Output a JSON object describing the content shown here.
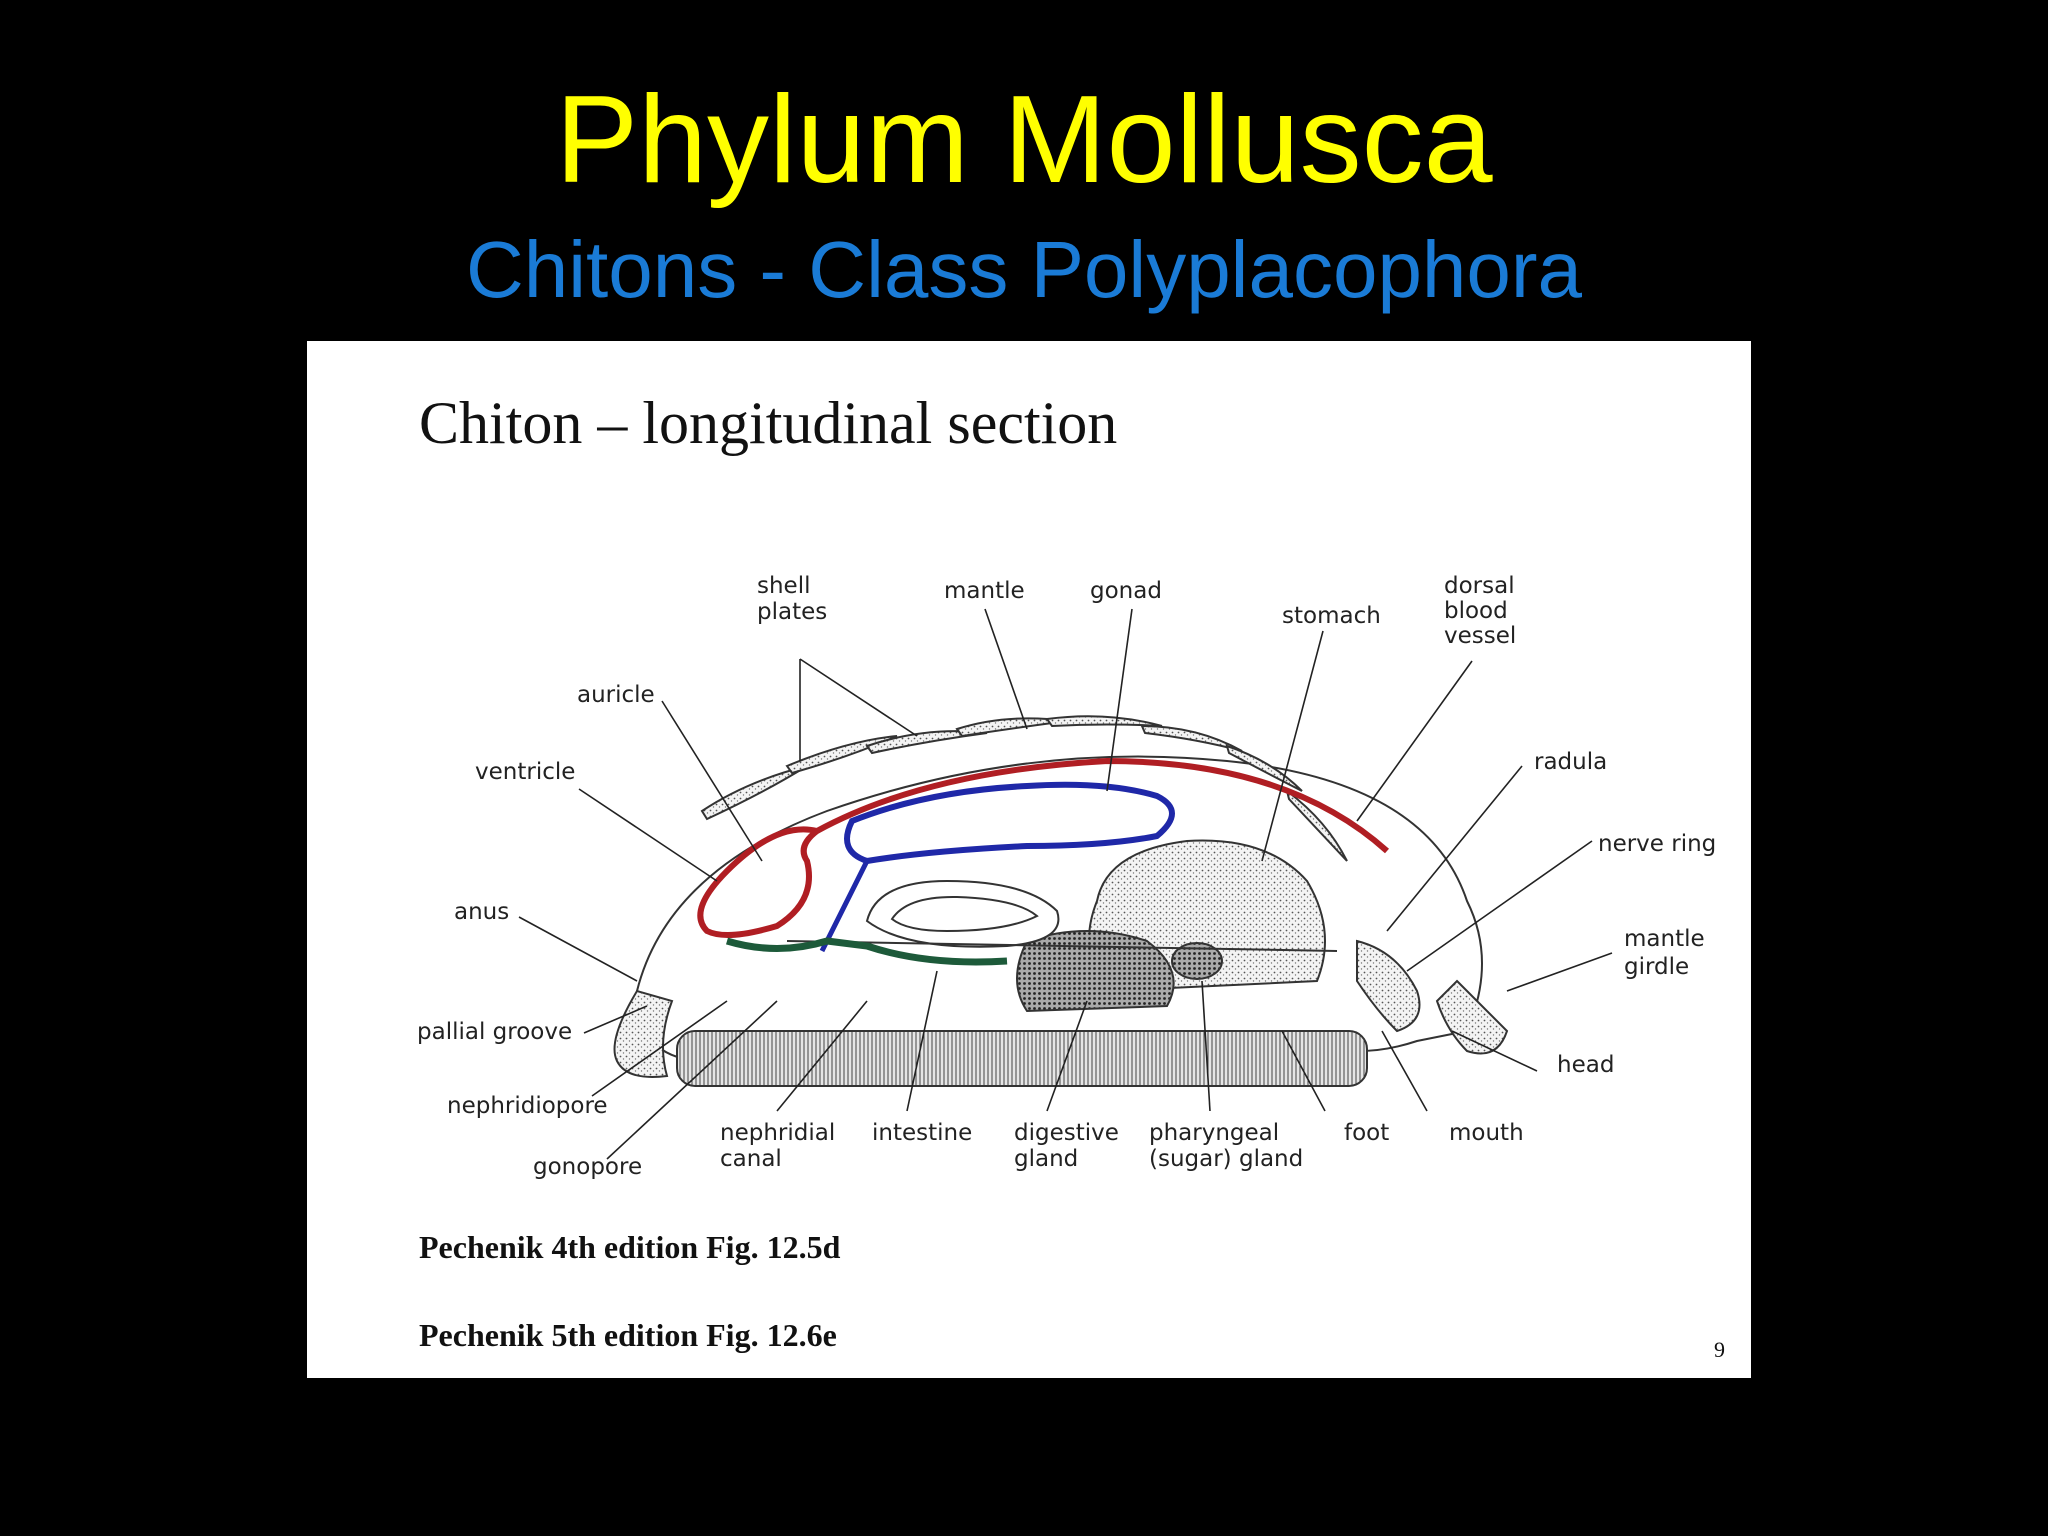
{
  "slide": {
    "title": "Phylum Mollusca",
    "subtitle": "Chitons - Class Polyplacophora"
  },
  "figure": {
    "title": "Chiton – longitudinal section",
    "labels": {
      "shell_plates_1": "shell",
      "shell_plates_2": "plates",
      "mantle": "mantle",
      "gonad": "gonad",
      "stomach": "stomach",
      "dorsal_1": "dorsal",
      "dorsal_2": "blood",
      "dorsal_3": "vessel",
      "auricle": "auricle",
      "radula": "radula",
      "ventricle": "ventricle",
      "nerve_ring": "nerve ring",
      "anus": "anus",
      "mantle_girdle_1": "mantle",
      "mantle_girdle_2": "girdle",
      "pallial_groove": "pallial groove",
      "head": "head",
      "nephridiopore": "nephridiopore",
      "gonopore": "gonopore",
      "nephridial_canal_1": "nephridial",
      "nephridial_canal_2": "canal",
      "intestine": "intestine",
      "digestive_gland_1": "digestive",
      "digestive_gland_2": "gland",
      "pharyngeal_gland_1": "pharyngeal",
      "pharyngeal_gland_2": "(sugar) gland",
      "foot": "foot",
      "mouth": "mouth"
    },
    "ref_4th": "Pechenik 4th edition  Fig. 12.5d",
    "ref_5th": "Pechenik 5th edition  Fig. 12.6e",
    "page_number": "9"
  },
  "colors": {
    "background": "#000000",
    "title": "#ffff00",
    "subtitle": "#1a7bd6",
    "heart_red": "#b01e23",
    "gonad_blue": "#1f28a8",
    "nephridium_green": "#1d5a3a"
  }
}
